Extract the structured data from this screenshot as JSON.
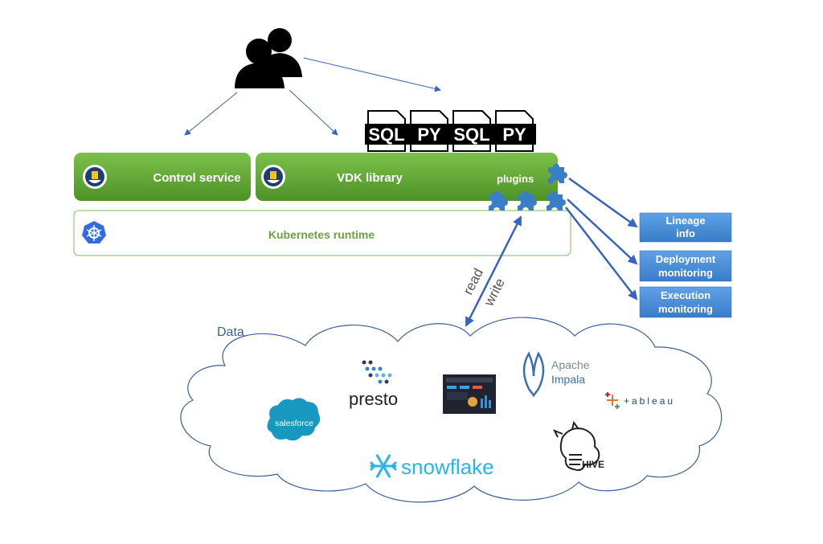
{
  "components": {
    "control_service": "Control service",
    "vdk_library": "VDK library",
    "plugins": "plugins",
    "kubernetes_runtime": "Kubernetes runtime"
  },
  "files": [
    "SQL",
    "PY",
    "SQL",
    "PY"
  ],
  "io": {
    "read": "read",
    "write": "write"
  },
  "outputs": [
    {
      "line1": "Lineage",
      "line2": "info"
    },
    {
      "line1": "Deployment",
      "line2": "monitoring"
    },
    {
      "line1": "Execution",
      "line2": "monitoring"
    }
  ],
  "data_label": "Data",
  "logos": {
    "presto": "presto",
    "apache": "Apache",
    "impala": "Impala",
    "tableau": "+ableau",
    "salesforce": "salesforce",
    "snowflake": "snowflake",
    "hive": "HIVE"
  },
  "colors": {
    "green": "#5a9e32",
    "green_text": "#6aa33a",
    "blue": "#4a82c3",
    "puzzle": "#3a7ec9",
    "arrow": "#3565c0",
    "output_box": "#4a90d9",
    "salesforce": "#1798c1",
    "snowflake": "#29b5e8",
    "impala_gray": "#7a8a8c",
    "impala_blue": "#3a6fb0"
  },
  "icons": [
    "users-icon",
    "vdk-logo-icon",
    "kubernetes-icon",
    "puzzle-icon",
    "sql-file-icon",
    "py-file-icon",
    "dashboard-thumbnail",
    "hive-logo"
  ]
}
